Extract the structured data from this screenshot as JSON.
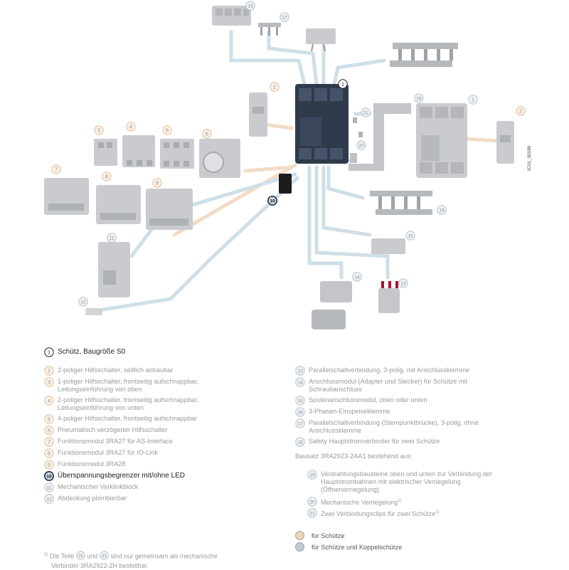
{
  "colors": {
    "orange_path": "#f2dcc5",
    "blue_path": "#cfdfe8",
    "part_gray": "#c9cbce",
    "part_dark": "#2f3a4a",
    "badge_dark": "#1f2f45",
    "badge_light_stroke": "#aeb7bf"
  },
  "legend_title": {
    "num": "1",
    "text": "Schütz, Baugröße S0"
  },
  "legend_left": [
    {
      "num": "2",
      "text": "2-poliger Hilfsschalter, seitlich anbaubar",
      "ring": "orange"
    },
    {
      "num": "3",
      "text": "1-poliger Hilfsschalter, frontseitig aufschnappbar, Leitungseinführung von oben",
      "ring": "orange"
    },
    {
      "num": "4",
      "text": "2-poliger Hilfsschalter, frontseitig aufschnappbar, Leitungseinführung von unten",
      "ring": "orange"
    },
    {
      "num": "5",
      "text": "4-poliger Hilfsschalter, frontseitig aufschnappbar",
      "ring": "orange"
    },
    {
      "num": "6",
      "text": "Pneumatisch verzögerter Hilfsschalter",
      "ring": "orange"
    },
    {
      "num": "7",
      "text": "Funktionsmodul 3RA27 für AS-Interface",
      "ring": "orange"
    },
    {
      "num": "8",
      "text": "Funktionsmodul 3RA27 für IO-Link",
      "ring": "orange"
    },
    {
      "num": "9",
      "text": "Funktionsmodul 3RA28",
      "ring": "orange"
    },
    {
      "num": "10",
      "text": "Überspannungsbegrenzer mit/ohne LED",
      "ring": "dark"
    },
    {
      "num": "11",
      "text": "Mechanischer Verklinkblock",
      "ring": "blue"
    },
    {
      "num": "12",
      "text": "Abdeckung plombierbar",
      "ring": "blue"
    }
  ],
  "legend_right": [
    {
      "num": "13",
      "text": "Parallelschaltverbindung, 3-polig, mit Anschlussklemme"
    },
    {
      "num": "14",
      "text": "Anschlussmodul (Adapter und Stecker) für Schütze mit Schraubanschluss"
    },
    {
      "num": "15",
      "text": "Spulenanschlussmodul, oben oder unten"
    },
    {
      "num": "16",
      "text": "3-Phasen-Einspeiseklemme"
    },
    {
      "num": "17",
      "text": "Parallelschaltverbindung (Sternpunktbrücke), 3-polig, ohne Anschlussklemme"
    },
    {
      "num": "18",
      "text": "Safety Hauptstromverbinder für zwei Schütze"
    }
  ],
  "kit_heading": "Bausatz 3RA2923-2AA1 bestehend aus:",
  "kit_items": [
    {
      "num": "19",
      "text": "Verdrahtungsbausteine oben und unten zur Verbindung der Hauptstrombahnen mit elektrischer Verriegelung (Öffnerverriegelung)"
    },
    {
      "num": "20",
      "text": "Mechanische Verriegelung",
      "sup": "1)"
    },
    {
      "num": "21",
      "text": "Zwei Verbindungsclips für zwei Schütze",
      "sup": "1)"
    }
  ],
  "color_legend": [
    {
      "label": "für Schütze",
      "color": "#f2d4b2"
    },
    {
      "label": "für Schütze und Koppelschütze",
      "color": "#bccbd6"
    }
  ],
  "footnote": {
    "sup": "1)",
    "pre": "Die Teile",
    "n1": "20",
    "mid": "und",
    "n2": "21",
    "post": "sind nur gemeinsam als mechanische",
    "line2": "Verbinder 3RA2922-2H bestellbar."
  },
  "drawing_code": "IC01_00180",
  "diagram_labels": [
    "1",
    "2",
    "3",
    "4",
    "5",
    "6",
    "7",
    "8",
    "9",
    "10",
    "11",
    "12",
    "13",
    "14",
    "15",
    "16",
    "17",
    "18",
    "19",
    "20",
    "21",
    "1",
    "2"
  ]
}
